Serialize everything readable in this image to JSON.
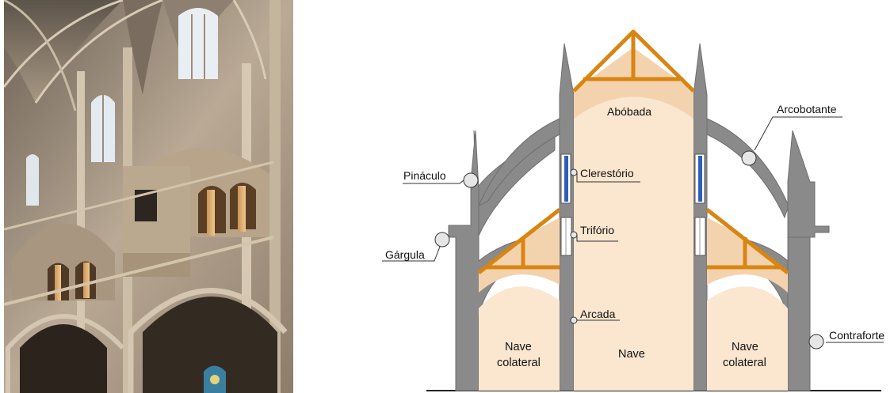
{
  "photo": {
    "subject": "cathedral-nave-interior"
  },
  "diagram": {
    "labels": {
      "vault": "Abóbada",
      "flying_buttress": "Arcobotante",
      "pinnacle": "Pináculo",
      "clerestory": "Clerestório",
      "triforium": "Trifório",
      "gargoyle": "Gárgula",
      "arcade": "Arcada",
      "buttress": "Contraforte",
      "nave": "Nave",
      "aisle_left_line1": "Nave",
      "aisle_left_line2": "colateral",
      "aisle_right_line1": "Nave",
      "aisle_right_line2": "colateral"
    },
    "colors": {
      "stone": "#8a8a8a",
      "interior": "#fbe6cf",
      "timber": "#d98512",
      "glass": "#2d5fb8"
    }
  }
}
